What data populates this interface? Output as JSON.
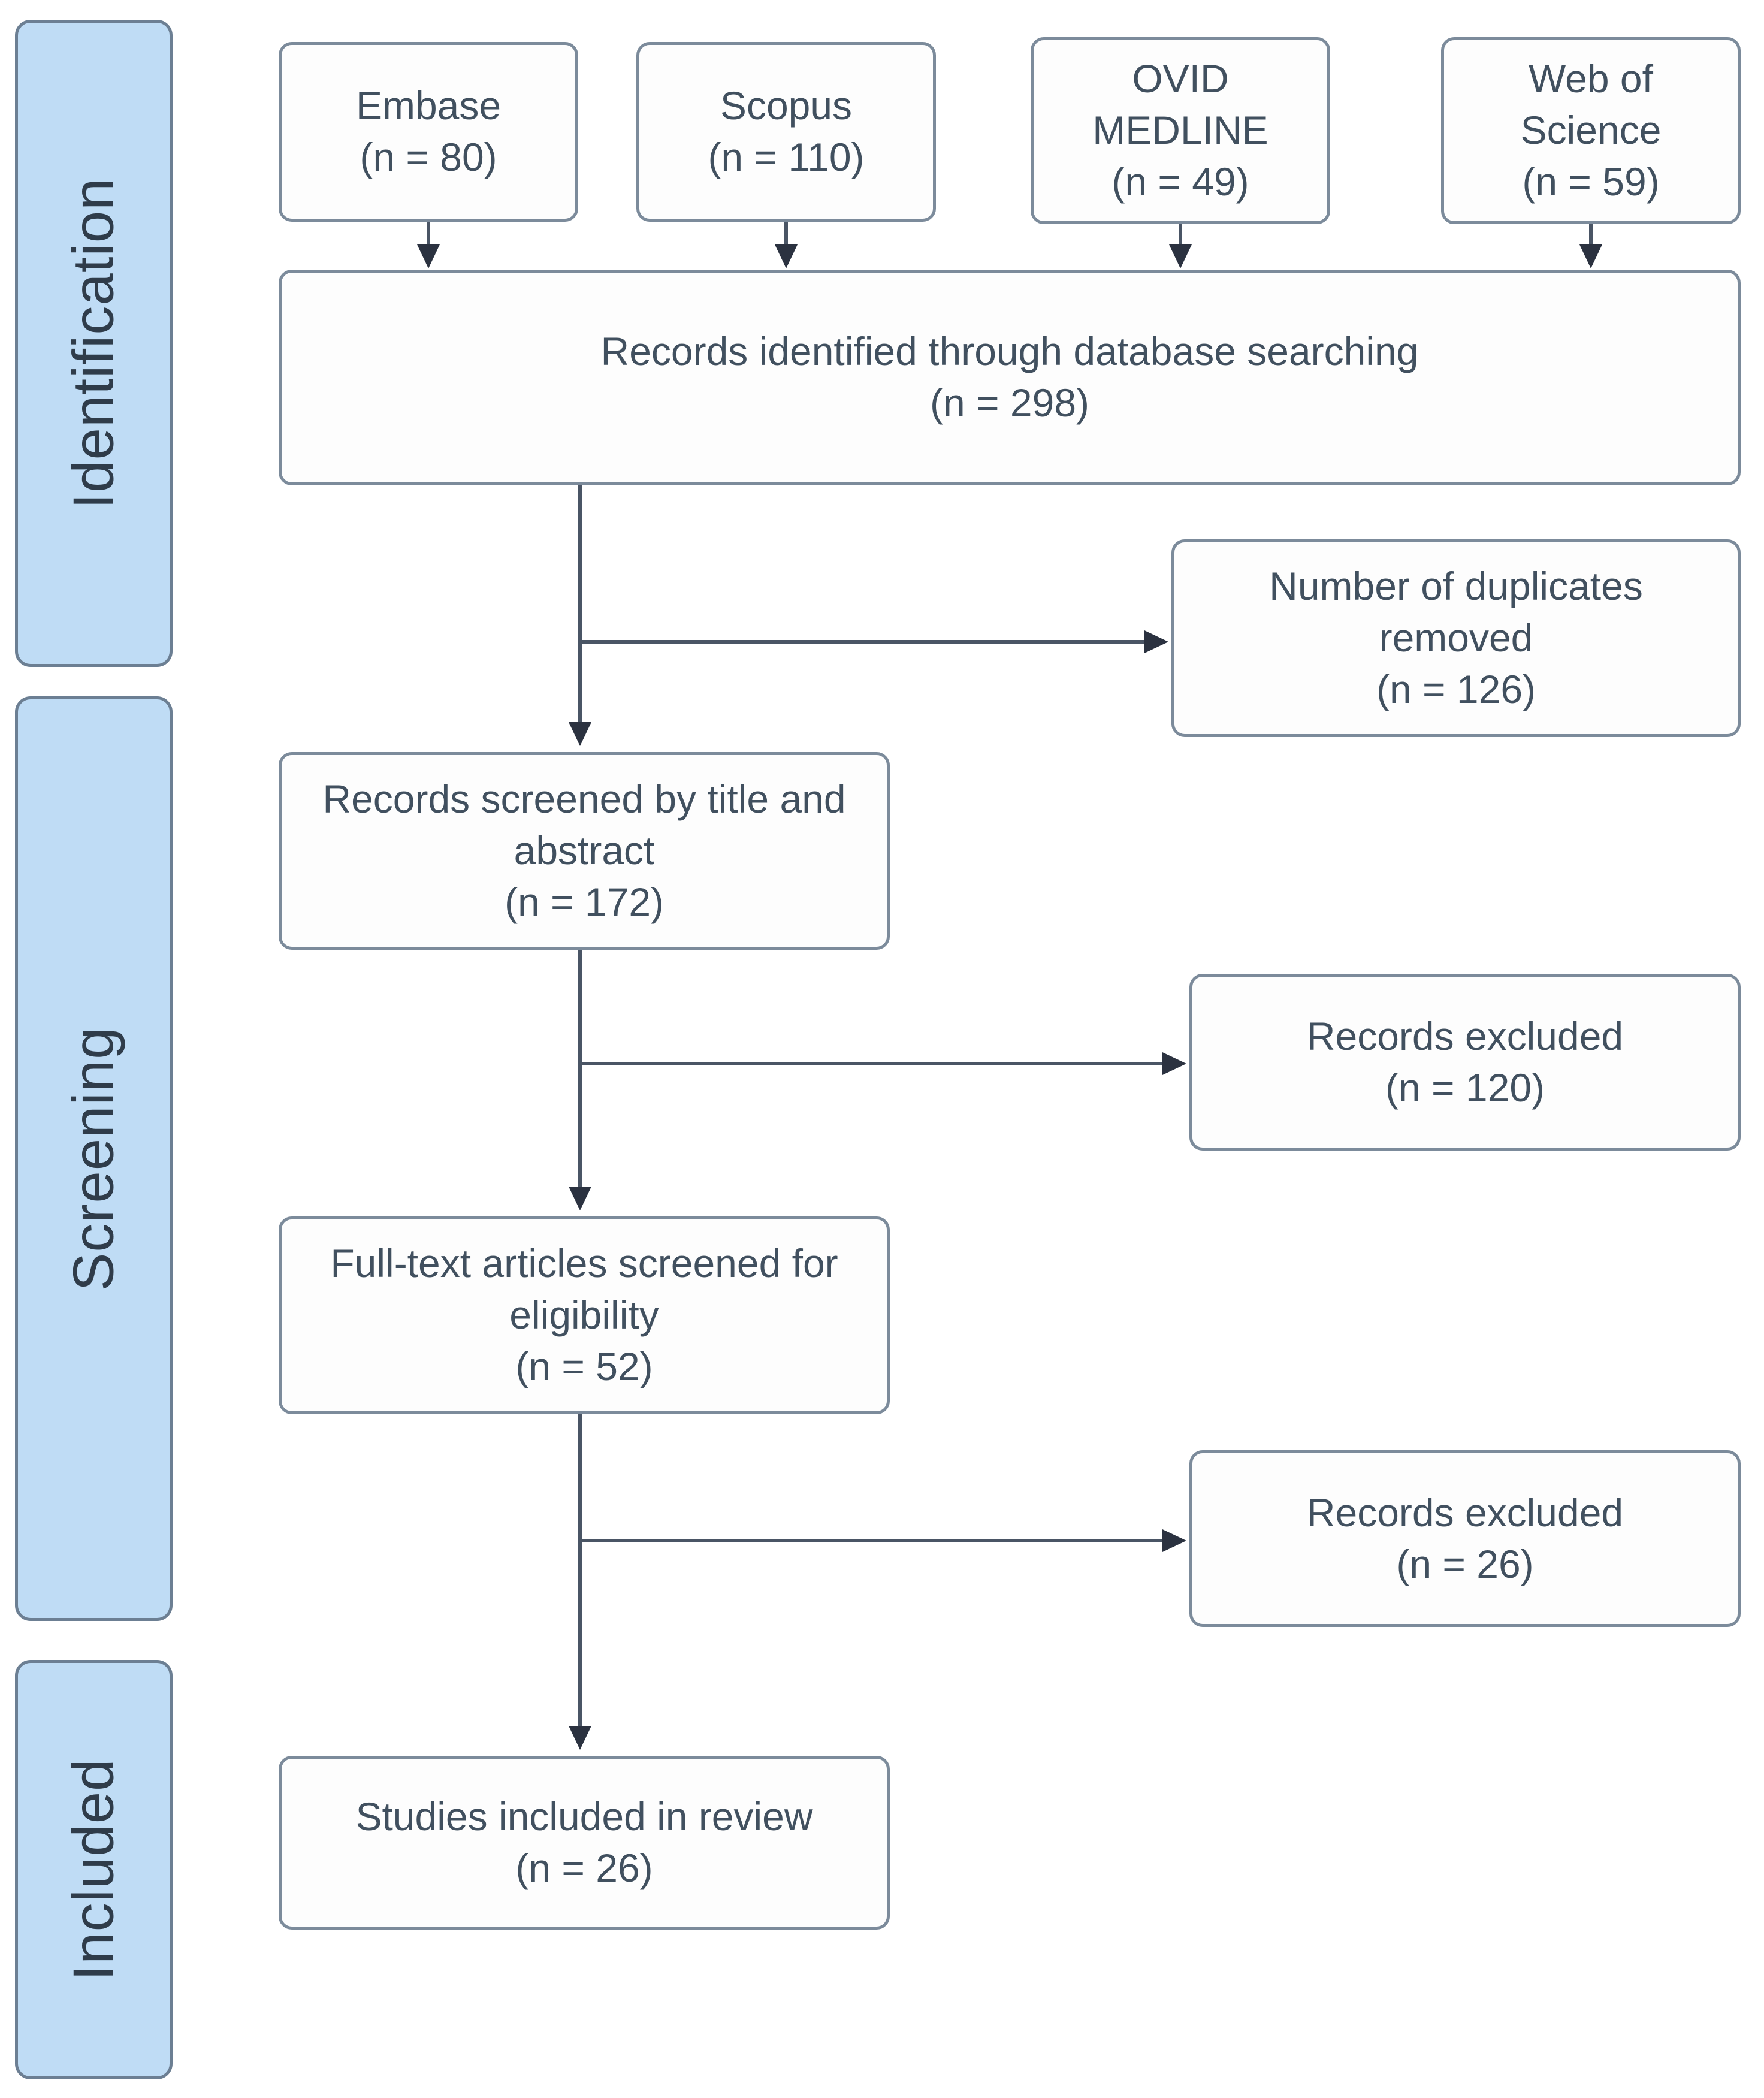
{
  "diagram": {
    "title": "PRISMA flow diagram",
    "type": "prisma-flow-diagram"
  },
  "phases": [
    {
      "label": "Identification"
    },
    {
      "label": "Screening"
    },
    {
      "label": "Included"
    }
  ],
  "sources": [
    {
      "name": "Embase",
      "count": "(n = 80)"
    },
    {
      "name": "Scopus",
      "count": "(n = 110)"
    },
    {
      "name": "OVID",
      "name2": "MEDLINE",
      "count": "(n = 49)"
    },
    {
      "name": "Web of",
      "name2": "Science",
      "count": "(n = 59)"
    }
  ],
  "nodes": {
    "identified": {
      "line1": "Records identified through database searching",
      "line2": "(n = 298)"
    },
    "duplicates": {
      "line1": "Number of duplicates",
      "line2": "removed",
      "line3": "(n = 126)"
    },
    "screened": {
      "line1": "Records screened by title and",
      "line2": "abstract",
      "line3": "(n = 172)"
    },
    "excluded1": {
      "line1": "Records excluded",
      "line2": "(n = 120)"
    },
    "fulltext": {
      "line1": "Full-text articles screened for",
      "line2": "eligibility",
      "line3": "(n = 52)"
    },
    "excluded2": {
      "line1": "Records excluded",
      "line2": "(n = 26)"
    },
    "included": {
      "line1": "Studies included in review",
      "line2": "(n = 26)"
    }
  },
  "colors": {
    "phase_fill": "#bfdcf5",
    "phase_border": "#6c7f93",
    "box_border": "#7c8b9b",
    "line": "#4a5565",
    "text": "#41505f"
  },
  "chart_data": {
    "type": "flow",
    "title": "PRISMA flow diagram",
    "stages": [
      {
        "phase": "Identification",
        "label": "Embase",
        "n": 80
      },
      {
        "phase": "Identification",
        "label": "Scopus",
        "n": 110
      },
      {
        "phase": "Identification",
        "label": "OVID MEDLINE",
        "n": 49
      },
      {
        "phase": "Identification",
        "label": "Web of Science",
        "n": 59
      },
      {
        "phase": "Identification",
        "label": "Records identified through database searching",
        "n": 298
      },
      {
        "phase": "Screening",
        "label": "Number of duplicates removed",
        "n": 126
      },
      {
        "phase": "Screening",
        "label": "Records screened by title and abstract",
        "n": 172
      },
      {
        "phase": "Screening",
        "label": "Records excluded",
        "n": 120
      },
      {
        "phase": "Screening",
        "label": "Full-text articles screened for eligibility",
        "n": 52
      },
      {
        "phase": "Screening",
        "label": "Records excluded",
        "n": 26
      },
      {
        "phase": "Included",
        "label": "Studies included in review",
        "n": 26
      }
    ]
  }
}
